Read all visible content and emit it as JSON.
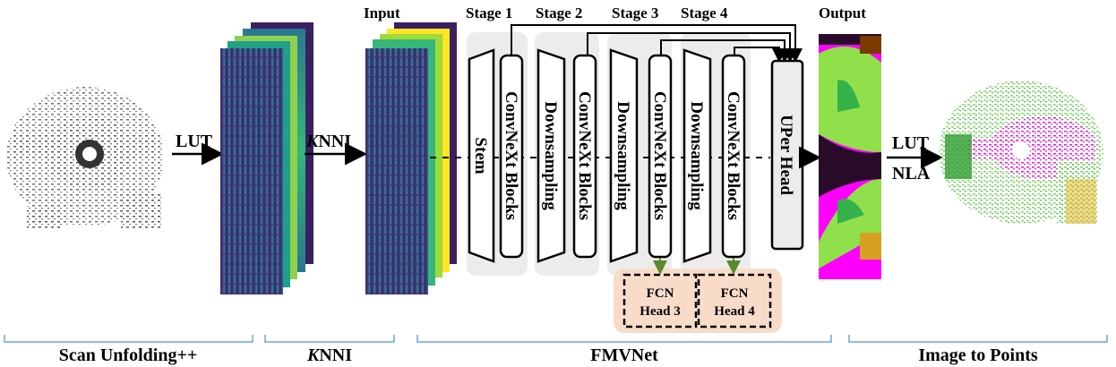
{
  "stage_labels": [
    "Stage 1",
    "Stage 2",
    "Stage 3",
    "Stage 4"
  ],
  "input_label": "Input",
  "output_label": "Output",
  "arrows": {
    "lut": "LUT",
    "knni_k": "K",
    "knni_rest": "NNI",
    "lut2": "LUT",
    "nla": "NLA"
  },
  "blocks": {
    "stem": "Stem",
    "convnext": "ConvNeXt Blocks",
    "downsampling": "Downsampling",
    "uper_head": "UPer Head"
  },
  "fcn_heads": [
    {
      "line1": "FCN",
      "line2": "Head 3"
    },
    {
      "line1": "FCN",
      "line2": "Head 4"
    }
  ],
  "sections": {
    "scan_unfolding": "Scan Unfolding++",
    "knni_k": "K",
    "knni_rest": "NNI",
    "fmvnet": "FMVNet",
    "image_to_points": "Image to Points"
  },
  "colors": {
    "stage_bg": "#ececec",
    "fcn_bg": "#f8dcc9",
    "fcn_arrow": "#5a8a2e",
    "bracket": "#6fa4d8",
    "viridis_dark": "#3b1f63",
    "viridis_mid": "#31688e",
    "viridis_green": "#35b779",
    "viridis_yellow": "#fde725",
    "seg_magenta": "#ff00ff",
    "seg_green": "#8fe04a",
    "seg_dark": "#2a0a2a"
  }
}
